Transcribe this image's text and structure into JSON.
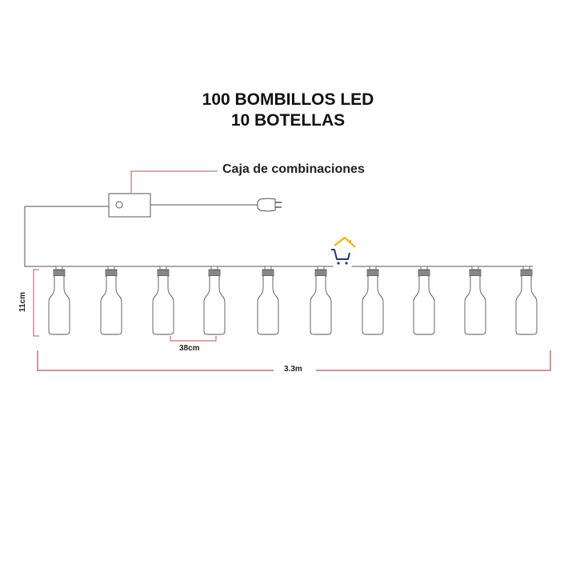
{
  "title": {
    "line1": "100 BOMBILLOS LED",
    "line2": "10 BOTELLAS"
  },
  "callout": {
    "label": "Caja de combinaciones"
  },
  "dimensions": {
    "height_label": "11cm",
    "spacing_label": "38cm",
    "total_length_label": "3.3m"
  },
  "diagram": {
    "bottle_count": 10,
    "bottle_centers_x": [
      74,
      139,
      204,
      268,
      335,
      401,
      466,
      530,
      594,
      658
    ],
    "colors": {
      "line": "#555555",
      "dimension": "#c0505a",
      "cap": "#777777",
      "logo_roof": "#f2b400",
      "logo_cart": "#1e3a78"
    }
  },
  "logo": {
    "icon": "house-cart-icon"
  }
}
